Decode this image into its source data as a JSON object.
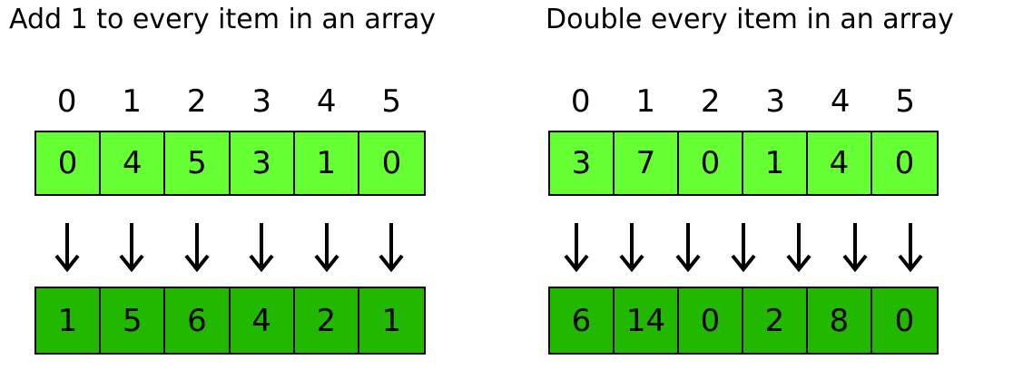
{
  "colors": {
    "input_cell": "#66ff33",
    "output_cell": "#22b800",
    "border": "#000000",
    "background": "#ffffff"
  },
  "panels": [
    {
      "title": "Add 1 to every item in an array",
      "indices": [
        "0",
        "1",
        "2",
        "3",
        "4",
        "5"
      ],
      "input": [
        "0",
        "4",
        "5",
        "3",
        "1",
        "0"
      ],
      "output": [
        "1",
        "5",
        "6",
        "4",
        "2",
        "1"
      ]
    },
    {
      "title": "Double every item in an array",
      "indices": [
        "0",
        "1",
        "2",
        "3",
        "4",
        "5"
      ],
      "input": [
        "3",
        "7",
        "0",
        "1",
        "4",
        "0"
      ],
      "output": [
        "6",
        "14",
        "0",
        "2",
        "8",
        "0"
      ]
    }
  ],
  "arrow_icon": "down-arrow-icon"
}
